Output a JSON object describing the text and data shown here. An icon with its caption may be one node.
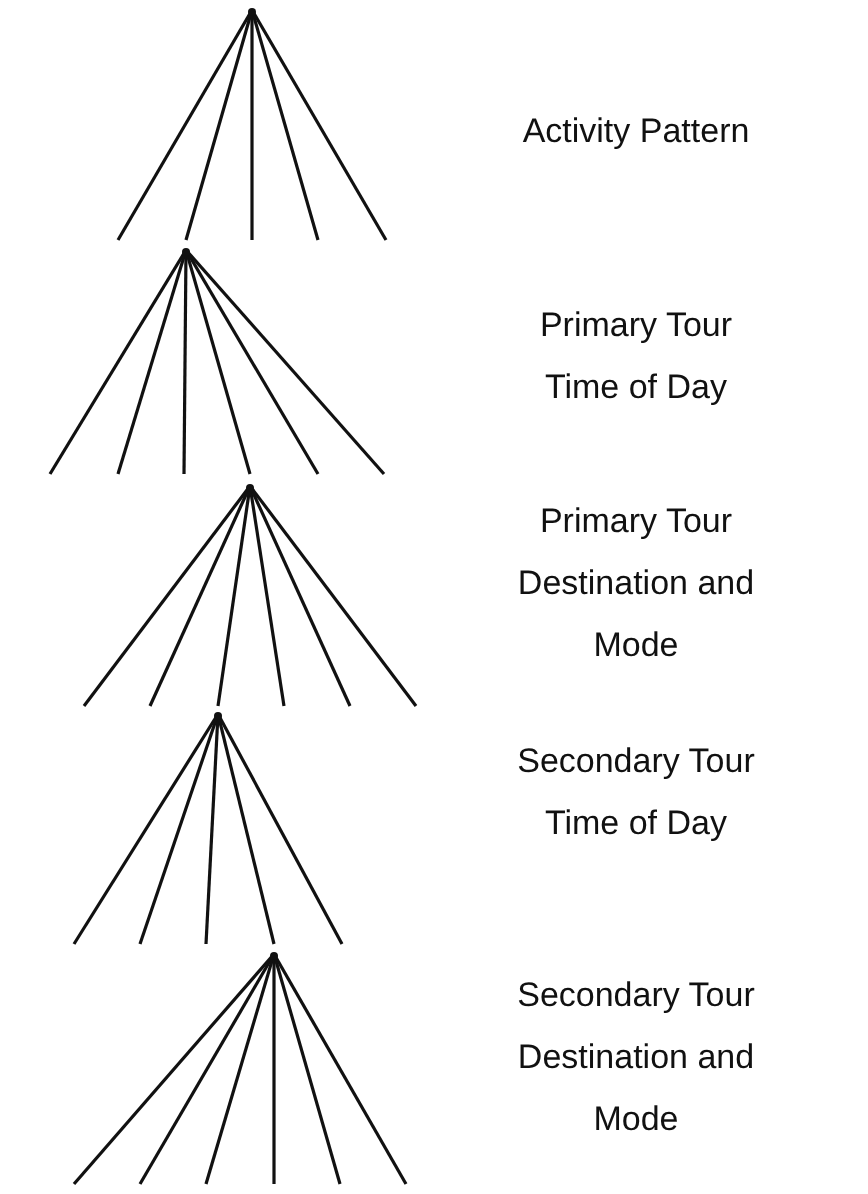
{
  "diagram": {
    "labels": [
      "Activity Pattern",
      "Primary Tour Time of Day",
      "Primary Tour Destination and Mode",
      "Secondary Tour Time of Day",
      "Secondary Tour Destination and Mode"
    ]
  }
}
